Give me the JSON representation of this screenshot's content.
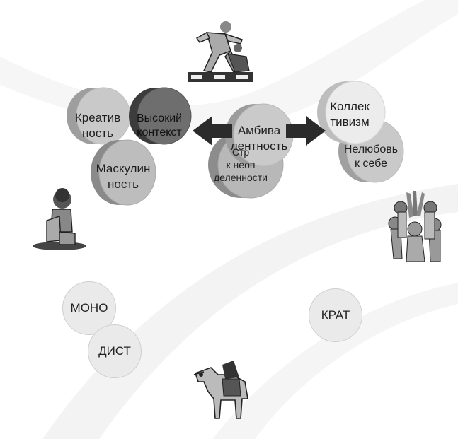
{
  "diagram": {
    "nodes": {
      "kreativnost": "Креатив\nность",
      "vysokiy_kontekst": "Высокий\nконтекст",
      "maskulinnost": "Маскулин\nность",
      "ambivalentnost": "Амбива\nлентность",
      "neopredelennost": "Стр     \nк неоп   \nделенности",
      "kollektivizm": "Коллек\nтивизм",
      "nelyubov": "Нелюбовь\nк себе"
    },
    "circles": {
      "mono": "МОНО",
      "dist": "ДИСТ",
      "krat": "КРАТ"
    }
  },
  "colors": {
    "light_cylinder": "#c8c8c8",
    "mid_cylinder": "#9a9a9a",
    "dark_cylinder": "#5a5a5a",
    "arrow": "#2b2b2b",
    "circle_fill": "#eaeaea"
  },
  "icons": [
    "runners-clipart",
    "sitting-child-clipart",
    "people-group-clipart",
    "camel-clipart"
  ]
}
